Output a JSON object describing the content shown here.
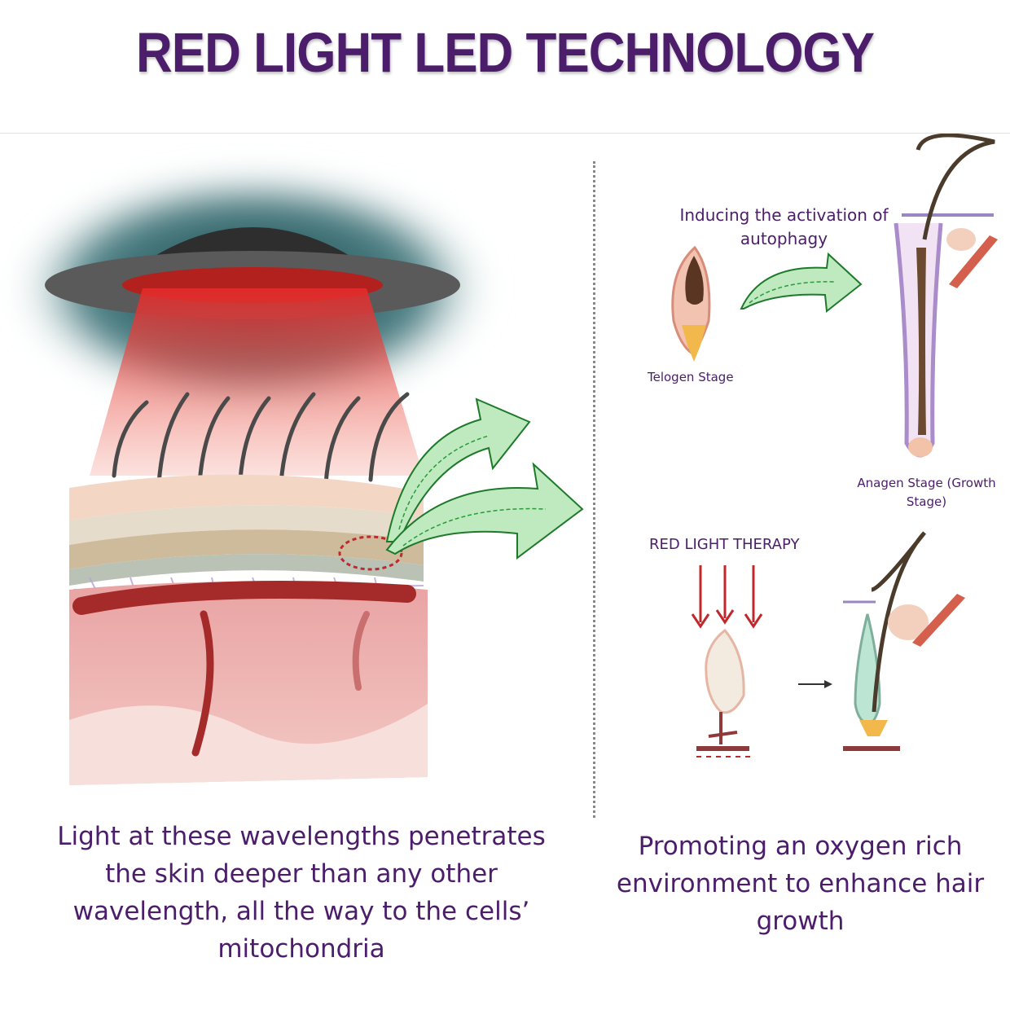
{
  "title": "RED LIGHT LED TECHNOLOGY",
  "right_panel": {
    "autophagy_label": "Inducing the activation of autophagy",
    "telogen_label": "Telogen Stage",
    "anagen_label": "Anagen Stage (Growth Stage)",
    "therapy_label": "RED LIGHT THERAPY"
  },
  "captions": {
    "left": "Light at these wavelengths penetrates the skin deeper than any other wavelength, all the way to the cells’ mitochondria",
    "right": "Promoting an oxygen rich environment  to enhance hair growth"
  },
  "colors": {
    "title": "#4b1d6b",
    "arrow": "#3cb043",
    "light": "#e32b2b"
  }
}
